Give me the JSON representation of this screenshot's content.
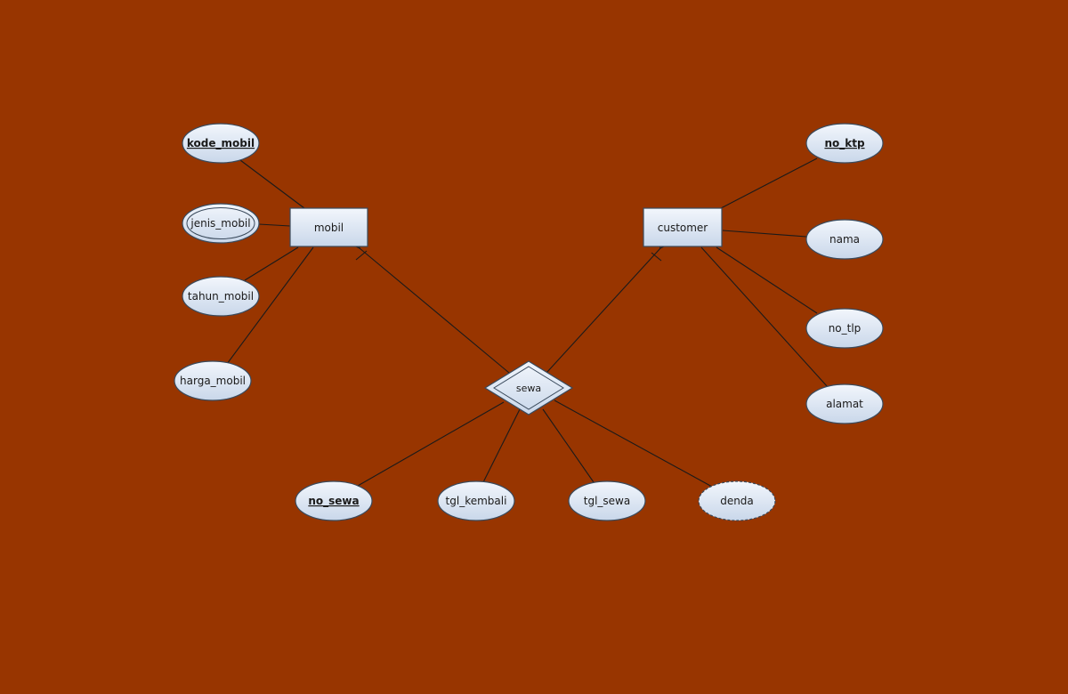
{
  "diagram": {
    "background": "#983500",
    "shape_fill": "#dde7f4",
    "shape_stroke": "#3a4a5c",
    "entities": {
      "mobil": "mobil",
      "customer": "customer"
    },
    "relationship": {
      "sewa": "sewa"
    },
    "attributes": {
      "kode_mobil": "kode_mobil",
      "jenis_mobil": "jenis_mobil",
      "tahun_mobil": "tahun_mobil",
      "harga_mobil": "harga_mobil",
      "no_ktp": "no_ktp",
      "nama": "nama",
      "no_tlp": "no_tlp",
      "alamat": "alamat",
      "no_sewa": "no_sewa",
      "tgl_kembali": "tgl_kembali",
      "tgl_sewa": "tgl_sewa",
      "denda": "denda"
    }
  }
}
